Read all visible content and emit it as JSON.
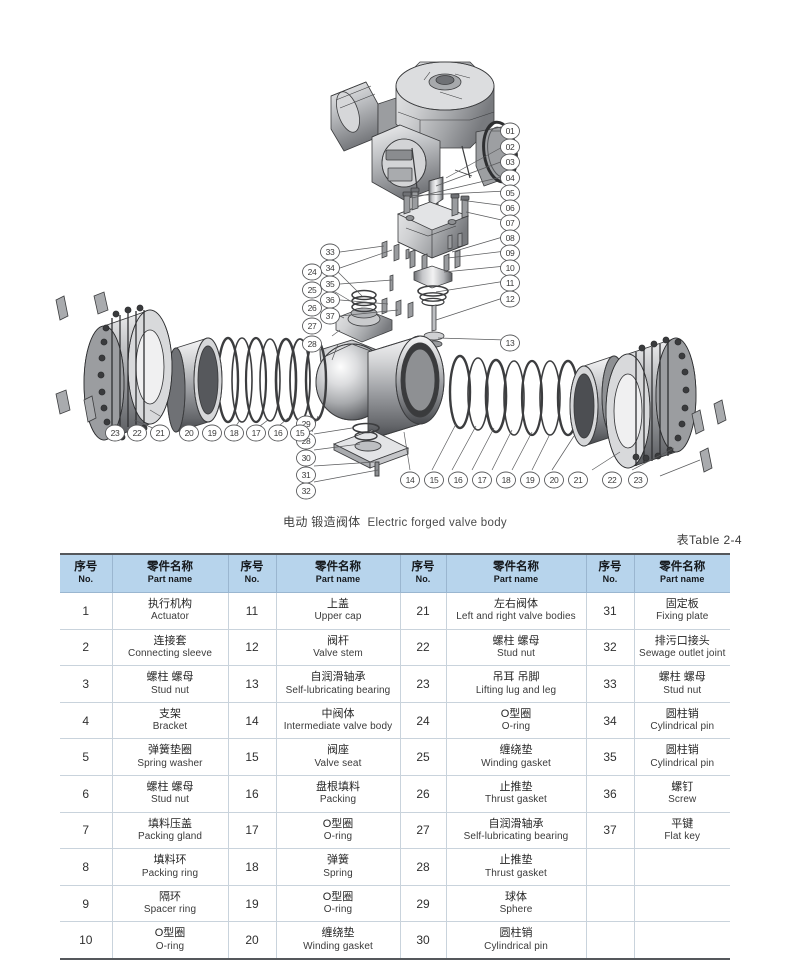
{
  "caption": {
    "cn": "电动 锻造阀体",
    "en": "Electric forged valve body"
  },
  "table_label": "表Table  2-4",
  "table": {
    "headers": [
      {
        "cn": "序号",
        "en": "No."
      },
      {
        "cn": "零件名称",
        "en": "Part name"
      },
      {
        "cn": "序号",
        "en": "No."
      },
      {
        "cn": "零件名称",
        "en": "Part name"
      },
      {
        "cn": "序号",
        "en": "No."
      },
      {
        "cn": "零件名称",
        "en": "Part name"
      },
      {
        "cn": "序号",
        "en": "No."
      },
      {
        "cn": "零件名称",
        "en": "Part name"
      }
    ],
    "rows": [
      [
        {
          "no": "1",
          "cn": "执行机构",
          "en": "Actuator"
        },
        {
          "no": "11",
          "cn": "上盖",
          "en": "Upper cap"
        },
        {
          "no": "21",
          "cn": "左右阀体",
          "en": "Left and right valve bodies"
        },
        {
          "no": "31",
          "cn": "固定板",
          "en": "Fixing plate"
        }
      ],
      [
        {
          "no": "2",
          "cn": "连接套",
          "en": "Connecting sleeve"
        },
        {
          "no": "12",
          "cn": "阀杆",
          "en": "Valve stem"
        },
        {
          "no": "22",
          "cn": "螺柱 螺母",
          "en": "Stud nut"
        },
        {
          "no": "32",
          "cn": "排污口接头",
          "en": "Sewage outlet joint"
        }
      ],
      [
        {
          "no": "3",
          "cn": "螺柱 螺母",
          "en": "Stud nut"
        },
        {
          "no": "13",
          "cn": "自润滑轴承",
          "en": "Self-lubricating bearing"
        },
        {
          "no": "23",
          "cn": "吊耳 吊脚",
          "en": "Lifting lug and leg"
        },
        {
          "no": "33",
          "cn": "螺柱 螺母",
          "en": "Stud nut"
        }
      ],
      [
        {
          "no": "4",
          "cn": "支架",
          "en": "Bracket"
        },
        {
          "no": "14",
          "cn": "中阀体",
          "en": "Intermediate valve body"
        },
        {
          "no": "24",
          "cn": "O型圈",
          "en": "O-ring"
        },
        {
          "no": "34",
          "cn": "圆柱销",
          "en": "Cylindrical pin"
        }
      ],
      [
        {
          "no": "5",
          "cn": "弹簧垫圈",
          "en": "Spring washer"
        },
        {
          "no": "15",
          "cn": "阀座",
          "en": "Valve seat"
        },
        {
          "no": "25",
          "cn": "缠绕垫",
          "en": "Winding gasket"
        },
        {
          "no": "35",
          "cn": "圆柱销",
          "en": "Cylindrical pin"
        }
      ],
      [
        {
          "no": "6",
          "cn": "螺柱 螺母",
          "en": "Stud nut"
        },
        {
          "no": "16",
          "cn": "盘根填料",
          "en": "Packing"
        },
        {
          "no": "26",
          "cn": "止推垫",
          "en": "Thrust gasket"
        },
        {
          "no": "36",
          "cn": "螺钉",
          "en": "Screw"
        }
      ],
      [
        {
          "no": "7",
          "cn": "填料压盖",
          "en": "Packing gland"
        },
        {
          "no": "17",
          "cn": "O型圈",
          "en": "O-ring"
        },
        {
          "no": "27",
          "cn": "自润滑轴承",
          "en": "Self-lubricating bearing"
        },
        {
          "no": "37",
          "cn": "平键",
          "en": "Flat key"
        }
      ],
      [
        {
          "no": "8",
          "cn": "填料环",
          "en": "Packing ring"
        },
        {
          "no": "18",
          "cn": "弹簧",
          "en": "Spring"
        },
        {
          "no": "28",
          "cn": "止推垫",
          "en": "Thrust gasket"
        },
        {
          "no": "",
          "cn": "",
          "en": ""
        }
      ],
      [
        {
          "no": "9",
          "cn": "隔环",
          "en": "Spacer ring"
        },
        {
          "no": "19",
          "cn": "O型圈",
          "en": "O-ring"
        },
        {
          "no": "29",
          "cn": "球体",
          "en": "Sphere"
        },
        {
          "no": "",
          "cn": "",
          "en": ""
        }
      ],
      [
        {
          "no": "10",
          "cn": "O型圈",
          "en": "O-ring"
        },
        {
          "no": "20",
          "cn": "缠绕垫",
          "en": "Winding gasket"
        },
        {
          "no": "30",
          "cn": "圆柱销",
          "en": "Cylindrical pin"
        },
        {
          "no": "",
          "cn": "",
          "en": ""
        }
      ]
    ]
  },
  "diagram": {
    "title": "exploded-view-electric-forged-ball-valve",
    "callouts_right": [
      "01",
      "02",
      "03",
      "04",
      "05",
      "06",
      "07",
      "08",
      "09",
      "10",
      "11",
      "12",
      "13"
    ],
    "callouts_center_upper": [
      "33",
      "34",
      "35",
      "36",
      "37"
    ],
    "callouts_left_upper": [
      "24",
      "25",
      "26",
      "27",
      "28"
    ],
    "callouts_left_lower": [
      "29",
      "30",
      "31",
      "32"
    ],
    "callouts_bottom_left": [
      "23",
      "22",
      "21",
      "20",
      "19",
      "18",
      "17",
      "16",
      "15"
    ],
    "callouts_bottom_right": [
      "14",
      "15",
      "16",
      "17",
      "18",
      "19",
      "20",
      "21",
      "22",
      "23"
    ],
    "colors": {
      "line": "#3a3a3a",
      "metal_light": "#e9e9ea",
      "metal_mid": "#b9babc",
      "metal_dark": "#6e7073",
      "shadow": "#2a2b2d"
    }
  }
}
